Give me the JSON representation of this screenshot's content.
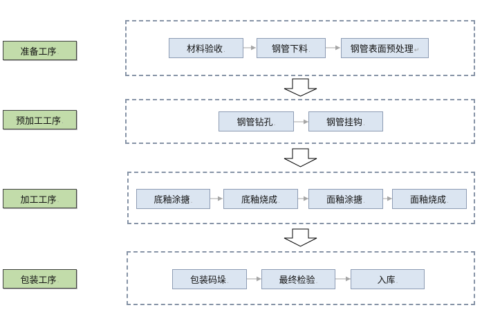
{
  "stages": [
    {
      "label": "准备工序",
      "mark": ".",
      "steps": [
        {
          "label": "材料验收",
          "mark": "."
        },
        {
          "label": "钢管下料",
          "mark": "."
        },
        {
          "label": "钢管表面预处理",
          "mark": "↵"
        }
      ]
    },
    {
      "label": "预加工工序",
      "mark": ".",
      "steps": [
        {
          "label": "钢管钻孔",
          "mark": "."
        },
        {
          "label": "钢管挂钩",
          "mark": "."
        }
      ]
    },
    {
      "label": "加工工序",
      "mark": ".",
      "steps": [
        {
          "label": "底釉涂搪",
          "mark": "."
        },
        {
          "label": "底釉烧成",
          "mark": "."
        },
        {
          "label": "面釉涂搪",
          "mark": "."
        },
        {
          "label": "面釉烧成",
          "mark": "."
        }
      ]
    },
    {
      "label": "包装工序",
      "mark": ".",
      "steps": [
        {
          "label": "包装码垛",
          "mark": "."
        },
        {
          "label": "最终检验",
          "mark": "."
        },
        {
          "label": "入库",
          "mark": "."
        }
      ]
    }
  ],
  "colors": {
    "stage_fill": "#c2dcaa",
    "step_fill": "#dbe5f1",
    "group_border": "#8693a6",
    "arrow": "#a6a6a6"
  }
}
